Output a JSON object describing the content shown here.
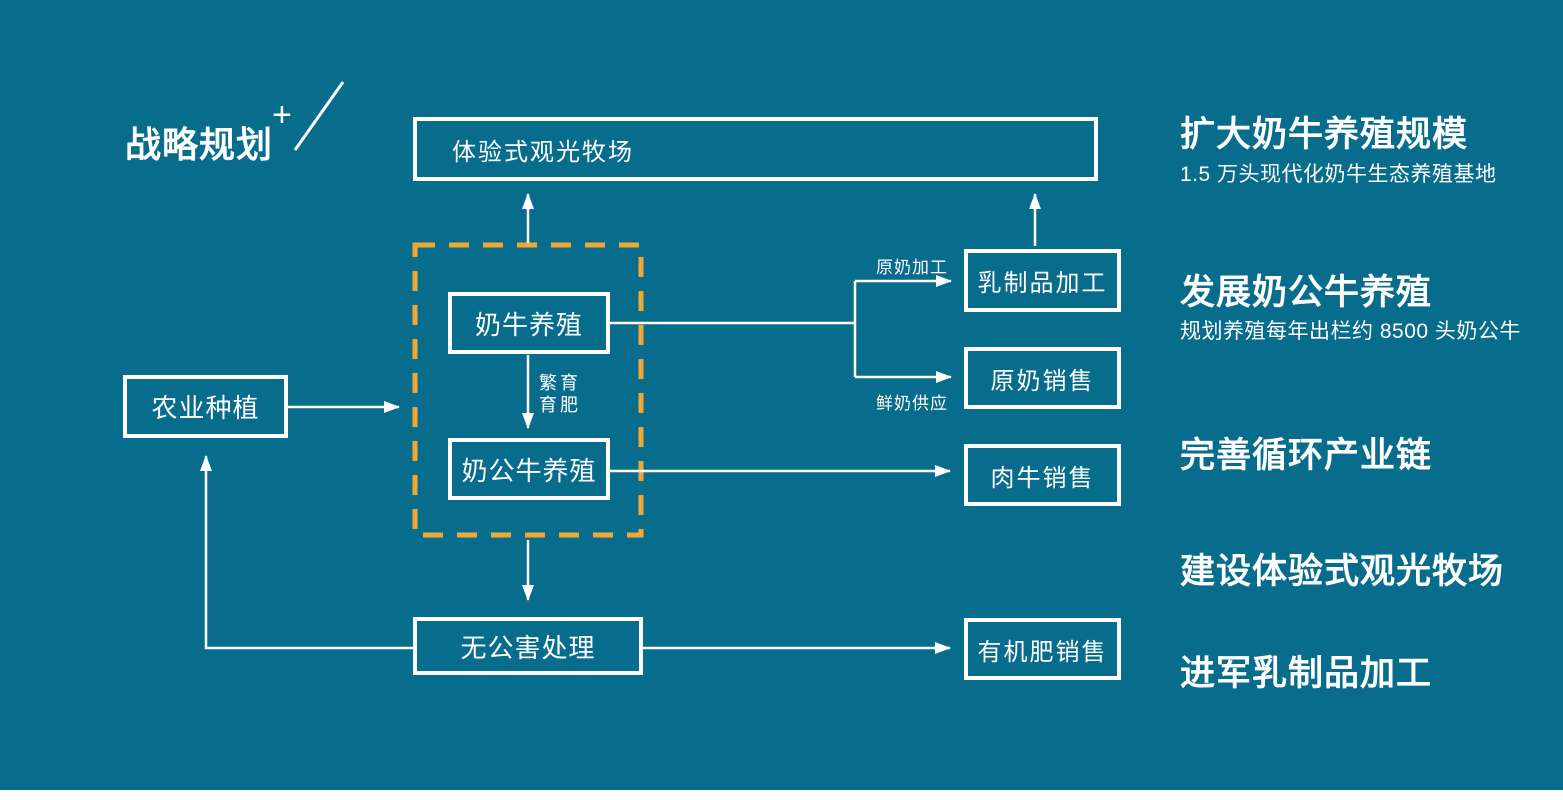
{
  "title": {
    "text": "战略规划",
    "plus_icon": "+"
  },
  "colors": {
    "background": "#086C8C",
    "line_and_text": "#FFFFFF",
    "dashed_zone_border": "#F0A733",
    "bottom_strip": "#FFFFFF"
  },
  "diagram": {
    "nodes": {
      "tour_ranch": "体验式观光牧场",
      "dairy_cattle": "奶牛养殖",
      "dairy_bull": "奶公牛养殖",
      "farming": "农业种植",
      "pollution_free_treatment": "无公害处理",
      "dairy_processing": "乳制品加工",
      "raw_milk_sales": "原奶销售",
      "beef_sales": "肉牛销售",
      "organic_fertilizer_sales": "有机肥销售"
    },
    "edge_labels": {
      "breeding_line1": "繁育",
      "breeding_line2": "育肥",
      "raw_milk_processing": "原奶加工",
      "fresh_milk_supply": "鲜奶供应"
    }
  },
  "highlights": [
    {
      "heading": "扩大奶牛养殖规模",
      "sub": "1.5 万头现代化奶牛生态养殖基地"
    },
    {
      "heading": "发展奶公牛养殖",
      "sub": "规划养殖每年出栏约 8500 头奶公牛"
    },
    {
      "heading": "完善循环产业链",
      "sub": ""
    },
    {
      "heading": "建设体验式观光牧场",
      "sub": ""
    },
    {
      "heading": "进军乳制品加工",
      "sub": ""
    }
  ]
}
